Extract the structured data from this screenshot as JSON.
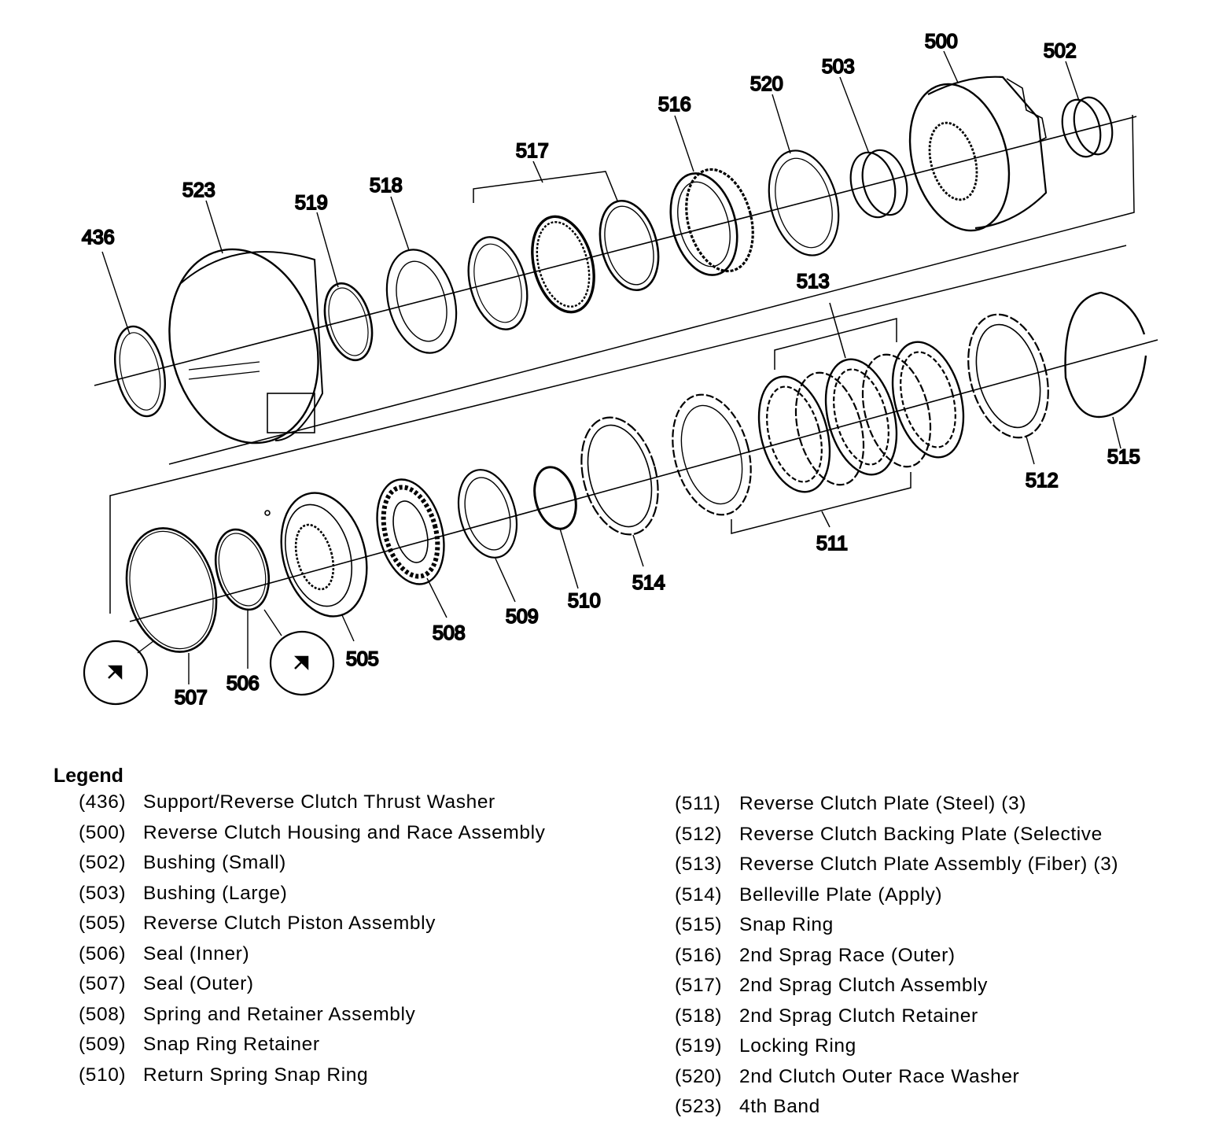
{
  "callouts": {
    "c436": "436",
    "c523": "523",
    "c519": "519",
    "c518": "518",
    "c517": "517",
    "c516": "516",
    "c520": "520",
    "c503": "503",
    "c500": "500",
    "c502": "502",
    "c513": "513",
    "c515": "515",
    "c512": "512",
    "c511": "511",
    "c514": "514",
    "c510": "510",
    "c509": "509",
    "c508": "508",
    "c505": "505",
    "c506": "506",
    "c507": "507"
  },
  "legend": {
    "title": "Legend",
    "left": [
      {
        "num": "(436)",
        "desc": "Support/Reverse Clutch Thrust Washer"
      },
      {
        "num": "(500)",
        "desc": "Reverse Clutch Housing and Race Assembly"
      },
      {
        "num": "(502)",
        "desc": "Bushing (Small)"
      },
      {
        "num": "(503)",
        "desc": "Bushing (Large)"
      },
      {
        "num": "(505)",
        "desc": "Reverse Clutch Piston Assembly"
      },
      {
        "num": "(506)",
        "desc": "Seal (Inner)"
      },
      {
        "num": "(507)",
        "desc": "Seal (Outer)"
      },
      {
        "num": "(508)",
        "desc": "Spring and Retainer Assembly"
      },
      {
        "num": "(509)",
        "desc": "Snap Ring Retainer"
      },
      {
        "num": "(510)",
        "desc": "Return Spring Snap Ring"
      }
    ],
    "right": [
      {
        "num": "(511)",
        "desc": "Reverse Clutch Plate (Steel) (3)"
      },
      {
        "num": "(512)",
        "desc": "Reverse Clutch Backing Plate (Selective"
      },
      {
        "num": "(513)",
        "desc": "Reverse Clutch Plate Assembly (Fiber) (3)"
      },
      {
        "num": "(514)",
        "desc": "Belleville Plate (Apply)"
      },
      {
        "num": "(515)",
        "desc": "Snap Ring"
      },
      {
        "num": "(516)",
        "desc": "2nd Sprag Race (Outer)"
      },
      {
        "num": "(517)",
        "desc": "2nd Sprag Clutch Assembly"
      },
      {
        "num": "(518)",
        "desc": "2nd Sprag Clutch Retainer"
      },
      {
        "num": "(519)",
        "desc": "Locking Ring"
      },
      {
        "num": "(520)",
        "desc": "2nd Clutch Outer Race Washer"
      },
      {
        "num": "(523)",
        "desc": "4th Band"
      }
    ]
  },
  "icons": {
    "lube": "lubricate-arrow-icon"
  }
}
